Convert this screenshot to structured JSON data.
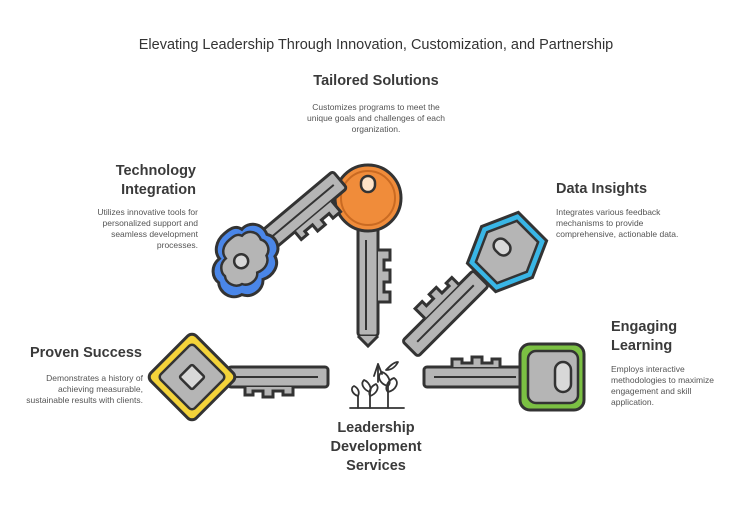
{
  "title": "Elevating Leadership Through Innovation, Customization, and Partnership",
  "center": {
    "label": "Leadership Development Services"
  },
  "colors": {
    "orange": "#f08c3a",
    "blue": "#4a86e8",
    "cyan": "#39b6e6",
    "green": "#7bc043",
    "yellow": "#f4d33a",
    "key_gray": "#b5b5b5",
    "outline": "#333333"
  },
  "icons": {
    "center": "growth-plant-icon"
  },
  "items": [
    {
      "id": "tailored",
      "title": "Tailored Solutions",
      "desc": "Customizes programs to meet the unique goals and challenges of each organization."
    },
    {
      "id": "tech",
      "title_line1": "Technology",
      "title_line2": "Integration",
      "desc": "Utilizes innovative tools for personalized support and seamless development processes."
    },
    {
      "id": "data",
      "title": "Data Insights",
      "desc": "Integrates various feedback mechanisms to provide comprehensive, actionable data."
    },
    {
      "id": "proven",
      "title": "Proven Success",
      "desc": "Demonstrates a history of achieving measurable, sustainable results with clients."
    },
    {
      "id": "engaging",
      "title_line1": "Engaging",
      "title_line2": "Learning",
      "desc": "Employs interactive methodologies to maximize engagement and skill application."
    }
  ]
}
